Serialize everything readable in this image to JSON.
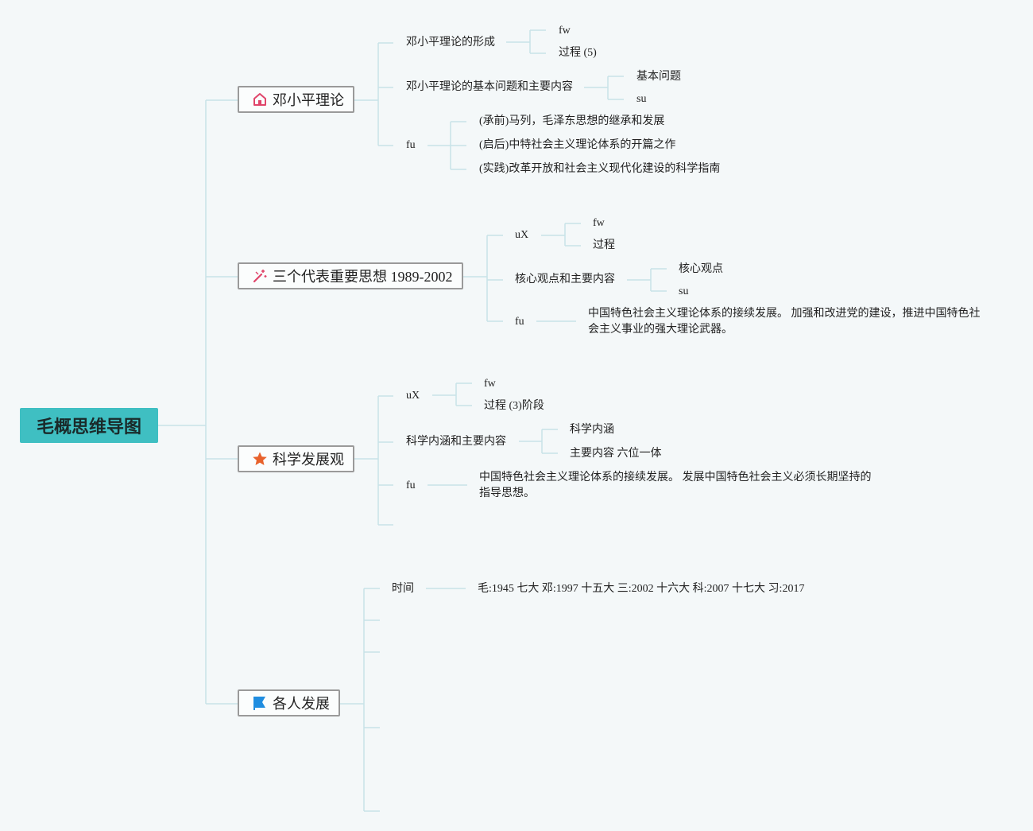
{
  "root": {
    "label": "毛概思维导图"
  },
  "topics": {
    "deng": {
      "label": "邓小平理论",
      "icon": "house-icon",
      "children": {
        "formation": "邓小平理论的形成",
        "formation_fw": "fw",
        "formation_process": "过程 (5)",
        "basics": "邓小平理论的基本问题和主要内容",
        "basics_problem": "基本问题",
        "basics_su": "su",
        "fu": "fu",
        "fu_items": [
          "(承前)马列，毛泽东思想的继承和发展",
          "(启后)中特社会主义理论体系的开篇之作",
          "(实践)改革开放和社会主义现代化建设的科学指南"
        ]
      }
    },
    "three": {
      "label": "三个代表重要思想 1989-2002",
      "icon": "magic-wand-icon",
      "children": {
        "ux": "uX",
        "ux_fw": "fw",
        "ux_process": "过程",
        "core": "核心观点和主要内容",
        "core_point": "核心观点",
        "core_su": "su",
        "fu": "fu",
        "fu_text": "中国特色社会主义理论体系的接续发展。 加强和改进党的建设，推进中国特色社会主义事业的强大理论武器。"
      }
    },
    "science": {
      "label": "科学发展观",
      "icon": "star-icon",
      "children": {
        "ux": "uX",
        "ux_fw": "fw",
        "ux_process": "过程 (3)阶段",
        "content": "科学内涵和主要内容",
        "content_meaning": "科学内涵",
        "content_main": "主要内容 六位一体",
        "fu": "fu",
        "fu_text": "中国特色社会主义理论体系的接续发展。 发展中国特色社会主义必须长期坚持的指导思想。"
      }
    },
    "each": {
      "label": "各人发展",
      "icon": "flag-icon",
      "children": {
        "time": "时间",
        "time_text": "毛:1945 七大 邓:1997 十五大 三:2002 十六大 科:2007 十七大 习:2017"
      }
    }
  },
  "colors": {
    "background": "#f4f8f9",
    "root_fill": "#3fbfc2",
    "line": "#c8e2e8",
    "topic_border": "#9a9a9a",
    "house_icon": "#e0456a",
    "star_icon": "#e8622c",
    "flag_icon": "#1f8de0"
  }
}
